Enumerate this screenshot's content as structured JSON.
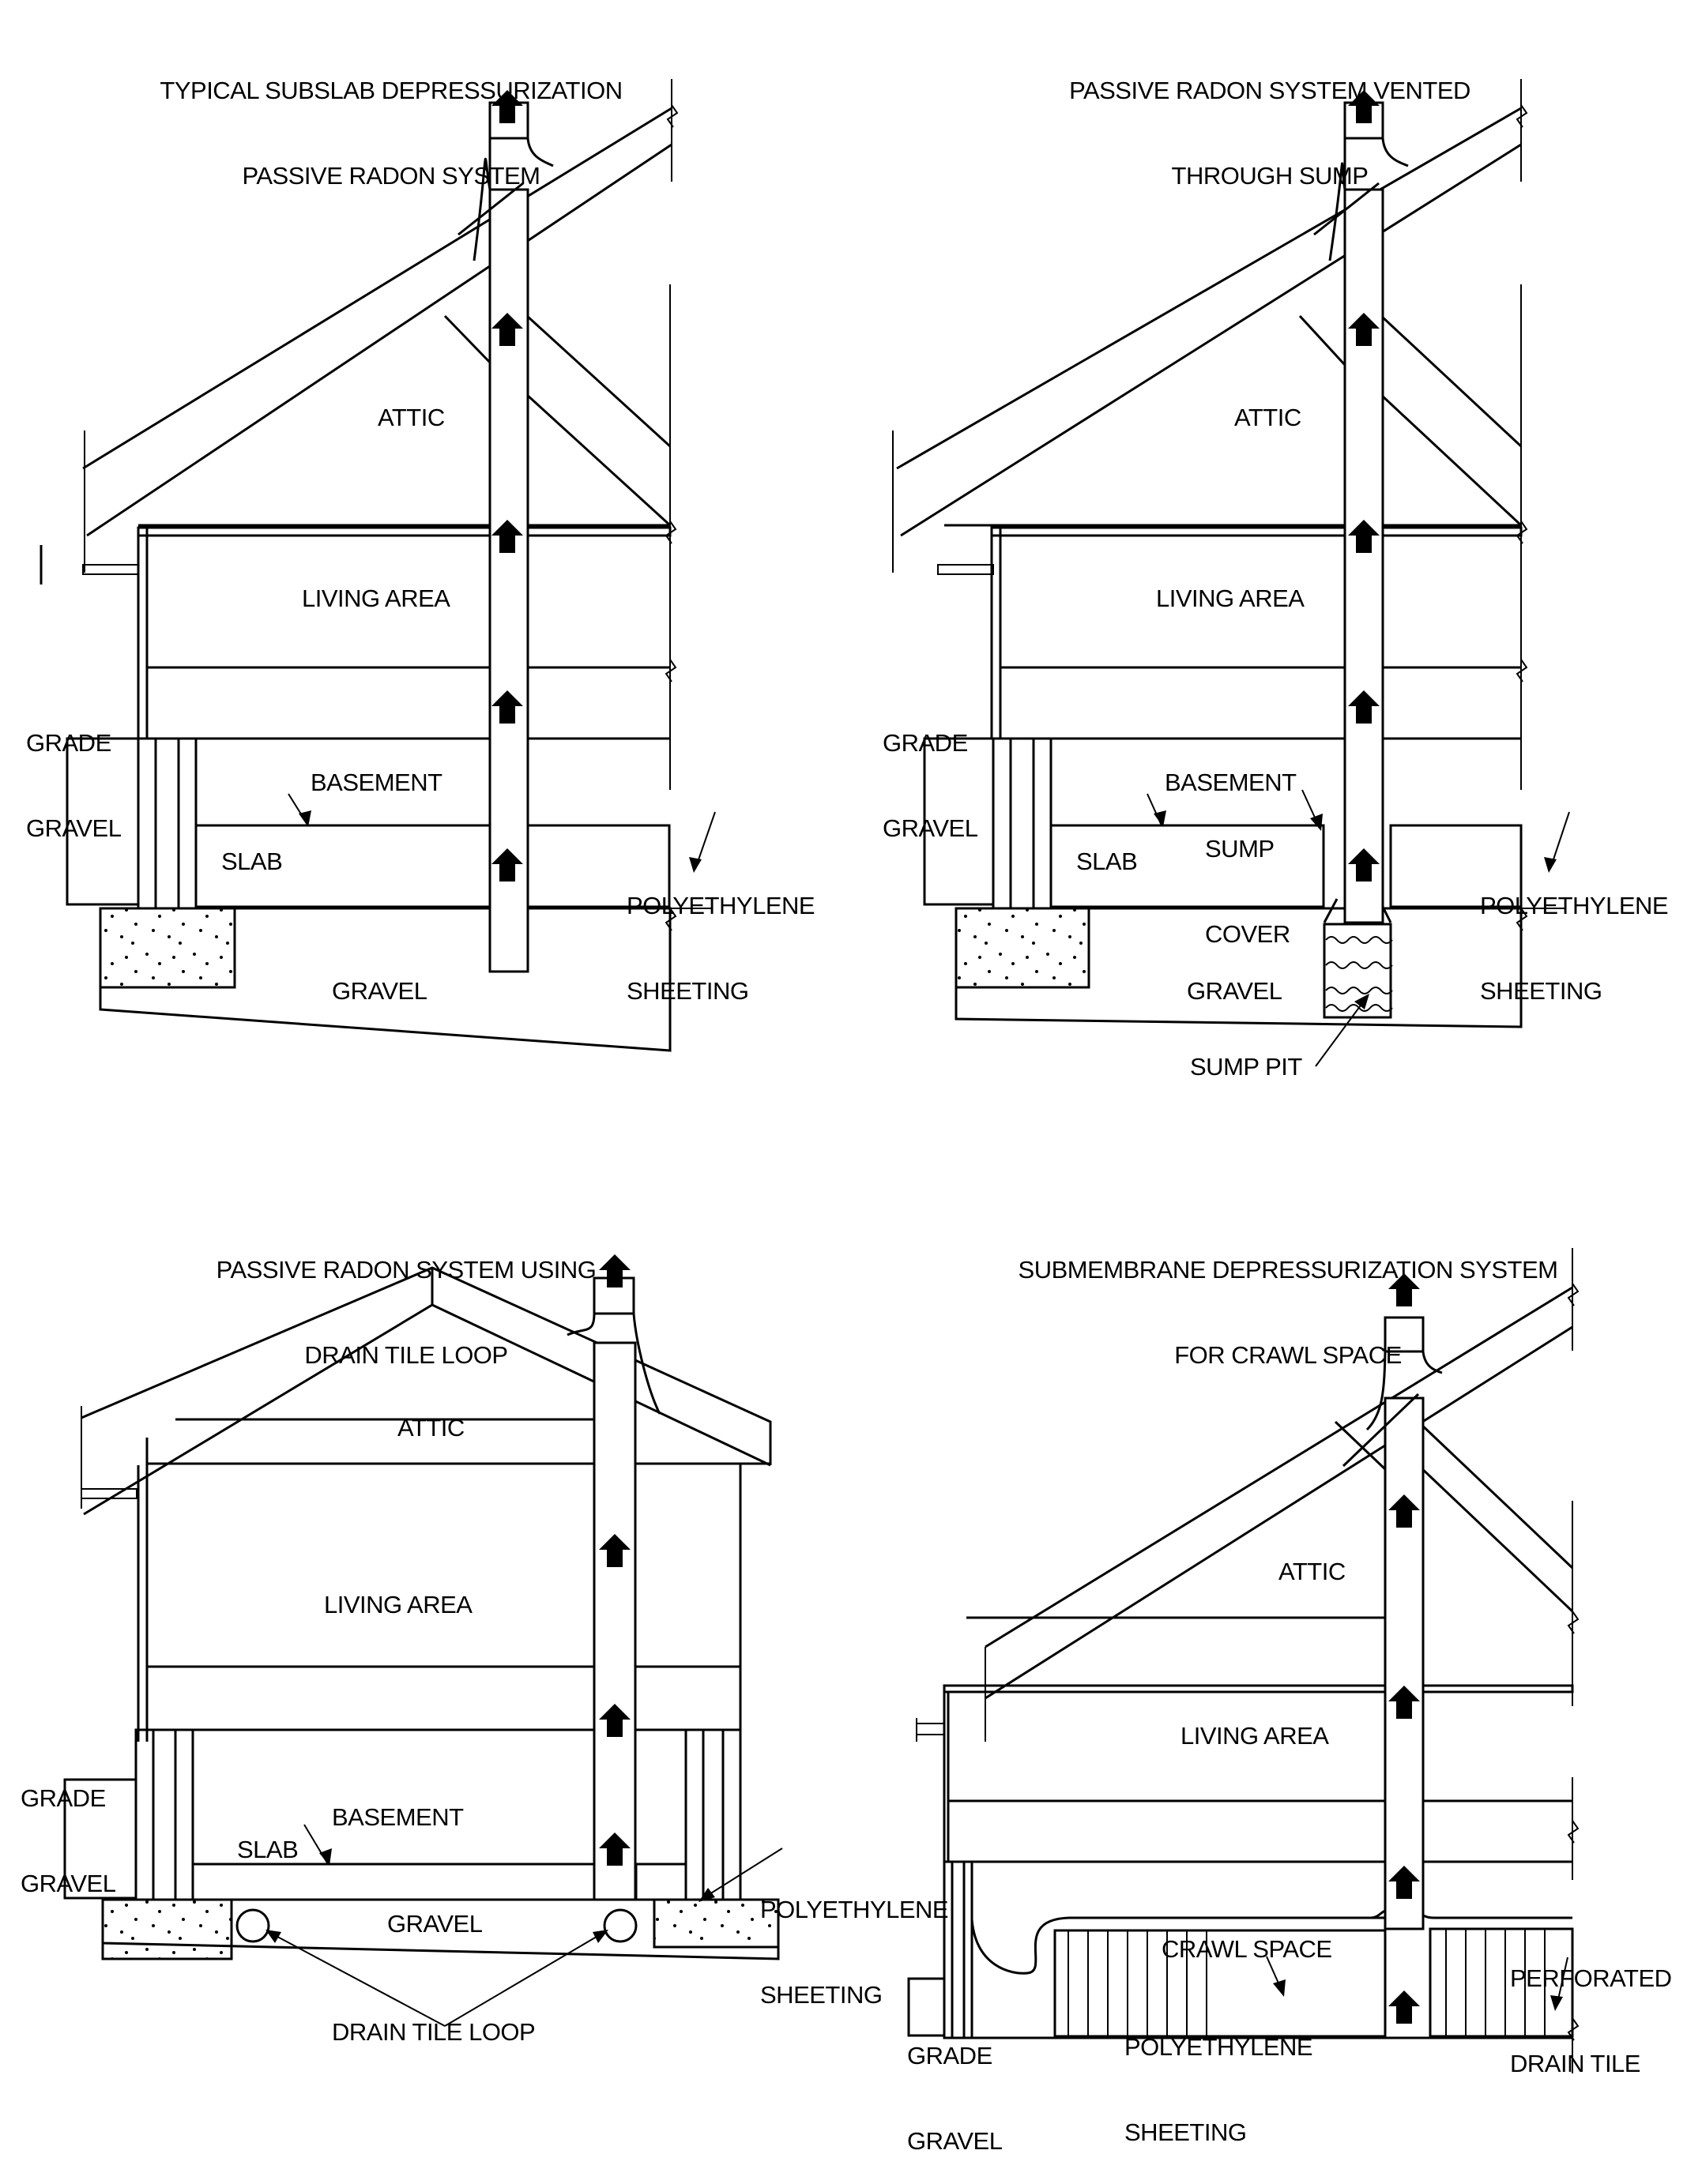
{
  "panels": [
    {
      "id": "subslab",
      "title": [
        "TYPICAL SUBSLAB DEPRESSURIZATION",
        "PASSIVE RADON SYSTEM"
      ],
      "labels": {
        "attic": "ATTIC",
        "living_area": "LIVING AREA",
        "grade_gravel": [
          "GRADE",
          "GRAVEL"
        ],
        "basement": "BASEMENT",
        "slab": "SLAB",
        "polyethylene": [
          "POLYETHYLENE",
          "SHEETING"
        ],
        "gravel": "GRAVEL"
      }
    },
    {
      "id": "sump",
      "title": [
        "PASSIVE RADON SYSTEM VENTED",
        "THROUGH SUMP"
      ],
      "labels": {
        "attic": "ATTIC",
        "living_area": "LIVING AREA",
        "grade_gravel": [
          "GRADE",
          "GRAVEL"
        ],
        "basement": "BASEMENT",
        "slab": "SLAB",
        "sump_cover": [
          "SUMP",
          "COVER"
        ],
        "polyethylene": [
          "POLYETHYLENE",
          "SHEETING"
        ],
        "gravel": "GRAVEL",
        "sump_pit": "SUMP PIT"
      }
    },
    {
      "id": "drain-tile",
      "title": [
        "PASSIVE RADON SYSTEM USING",
        "DRAIN TILE LOOP"
      ],
      "labels": {
        "attic": "ATTIC",
        "living_area": "LIVING AREA",
        "grade_gravel": [
          "GRADE",
          "GRAVEL"
        ],
        "basement": "BASEMENT",
        "slab": "SLAB",
        "polyethylene": [
          "POLYETHYLENE",
          "SHEETING"
        ],
        "gravel": "GRAVEL",
        "drain_tile_loop": "DRAIN TILE LOOP"
      }
    },
    {
      "id": "crawl-space",
      "title": [
        "SUBMEMBRANE DEPRESSURIZATION SYSTEM",
        "FOR CRAWL SPACE"
      ],
      "labels": {
        "attic": "ATTIC",
        "living_area": "LIVING AREA",
        "crawl_space": "CRAWL SPACE",
        "polyethylene": [
          "POLYETHYLENE",
          "SHEETING"
        ],
        "perforated_drain_tile": [
          "PERFORATED",
          "DRAIN TILE"
        ],
        "grade_gravel": [
          "GRADE",
          "GRAVEL"
        ]
      }
    }
  ],
  "icons": {
    "airflow_arrow": "up-arrow-icon"
  },
  "colors": {
    "line": "#000000",
    "background": "#ffffff"
  }
}
